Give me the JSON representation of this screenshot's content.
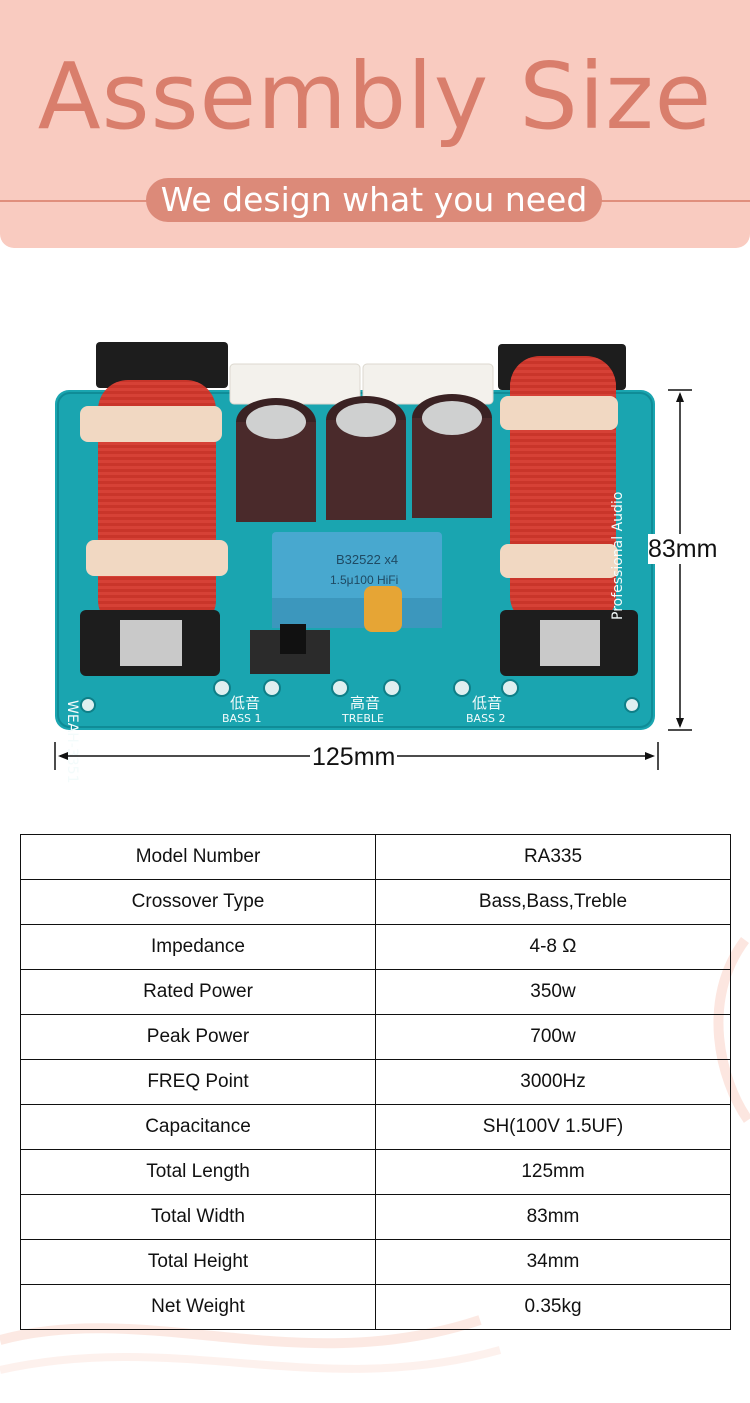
{
  "banner": {
    "title": "Assembly Size",
    "subtitle": "We design what you need"
  },
  "product": {
    "board_color": "#1aa5b0",
    "coil_color": "#c9352a",
    "dimension_width": "125mm",
    "dimension_height": "83mm",
    "board_texts": {
      "bass1_cn": "低音",
      "bass1_en": "BASS 1",
      "treble_cn": "高音",
      "treble_en": "TREBLE",
      "bass2_cn": "低音",
      "bass2_en": "BASS 2",
      "cap_text": "B32522  x4",
      "cap_text2": "1.5μ100  HiFi",
      "left_text": "WEAH-3351",
      "right_text": "Professional Audio"
    }
  },
  "specs": {
    "rows": [
      {
        "label": "Model Number",
        "value": "RA335"
      },
      {
        "label": "Crossover Type",
        "value": "Bass,Bass,Treble"
      },
      {
        "label": "Impedance",
        "value": "4-8 Ω"
      },
      {
        "label": "Rated Power",
        "value": "350w"
      },
      {
        "label": "Peak Power",
        "value": "700w"
      },
      {
        "label": "FREQ Point",
        "value": "3000Hz"
      },
      {
        "label": "Capacitance",
        "value": "SH(100V 1.5UF)"
      },
      {
        "label": "Total Length",
        "value": "125mm"
      },
      {
        "label": "Total Width",
        "value": "83mm"
      },
      {
        "label": "Total Height",
        "value": "34mm"
      },
      {
        "label": "Net Weight",
        "value": "0.35kg"
      }
    ]
  },
  "colors": {
    "banner_bg": "#f9cbc0",
    "banner_text": "#d97e6c",
    "pill_bg": "#dc8a79"
  }
}
